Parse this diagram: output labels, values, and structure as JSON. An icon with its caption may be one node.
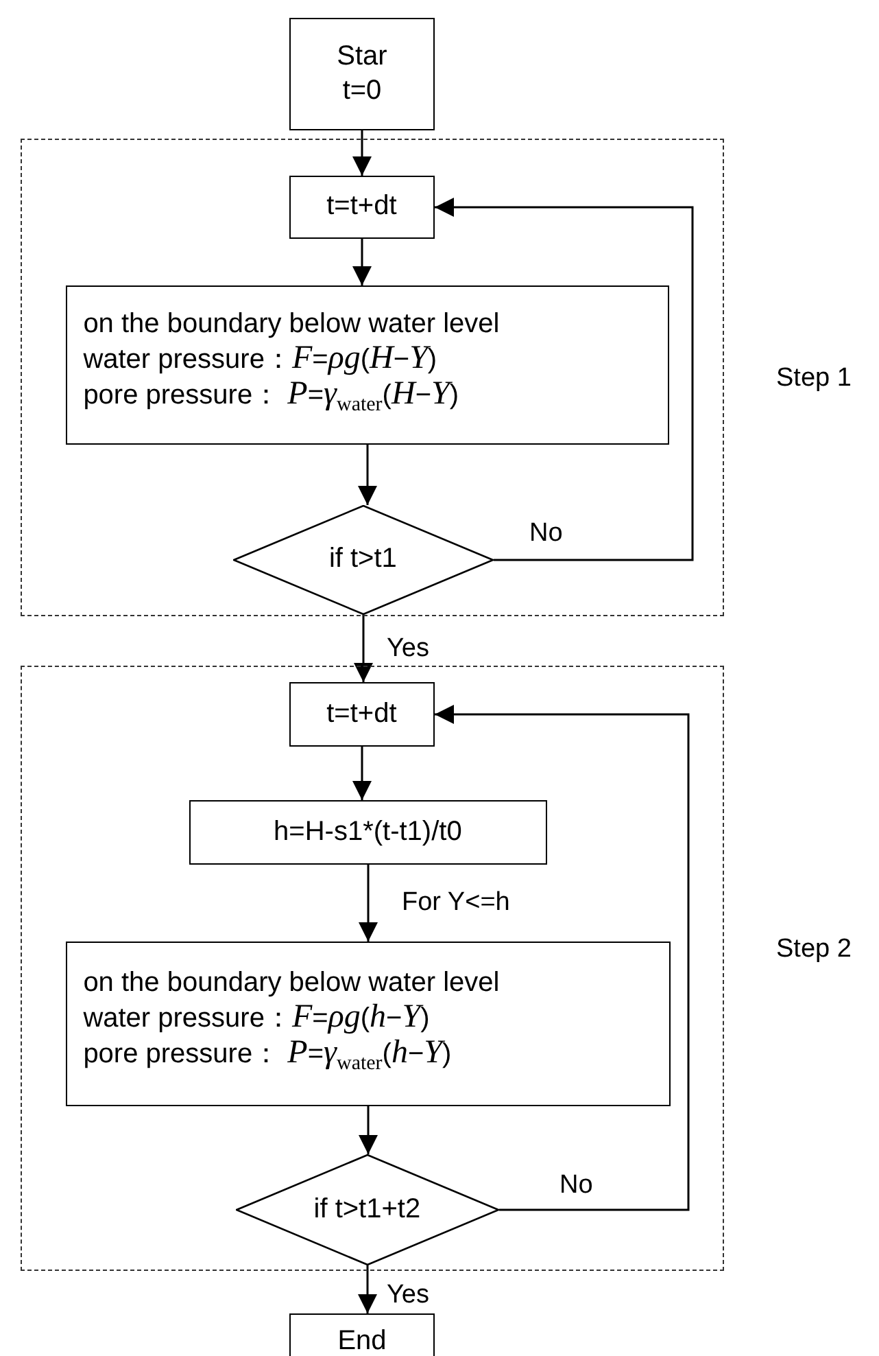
{
  "diagram": {
    "nodes": [
      {
        "text": [
          "Star",
          "t=0"
        ]
      },
      {
        "text": [
          "Step 1"
        ]
      },
      {
        "text": [
          "t=t+dt"
        ],
        "in": 1
      },
      {
        "text": [
          "on the boundary below water level",
          "water pressure：*F*=*ρg*(*H*−*Y*)",
          "pore pressure：  *P*=*γ*$_{water}$(*H*−*Y*)"
        ],
        "in": 1
      },
      {
        "text": [
          "if t>t1"
        ],
        "in": 1
      },
      {
        "text": [
          "Step 2"
        ]
      },
      {
        "text": [
          "t=t+dt"
        ],
        "in": 5
      },
      {
        "text": [
          "h=H-s1*(t-t1)/t0"
        ],
        "in": 5
      },
      {
        "text": [
          "on the boundary below water level",
          "water pressure：*F*=*ρg*(*h*−*Y*)",
          "pore pressure：  *P*=*γ*$_{water}$(*h*−*Y*)"
        ],
        "in": 5
      },
      {
        "text": [
          "if t>t1+t2"
        ],
        "in": 5
      },
      {
        "text": [
          "End"
        ]
      }
    ],
    "edges": [
      {
        "from": 0,
        "to": 2,
        "arrow": "to"
      },
      {
        "from": 2,
        "to": 3,
        "arrow": "to"
      },
      {
        "from": 3,
        "to": 4,
        "arrow": "to"
      },
      {
        "from": 4,
        "to": 2,
        "arrow": "to",
        "label": "No"
      },
      {
        "from": 4,
        "to": 6,
        "arrow": "to",
        "label": "Yes"
      },
      {
        "from": 6,
        "to": 7,
        "arrow": "to"
      },
      {
        "from": 7,
        "to": 8,
        "arrow": "to",
        "label": "For Y<=h"
      },
      {
        "from": 8,
        "to": 9,
        "arrow": "to"
      },
      {
        "from": 9,
        "to": 6,
        "arrow": "to",
        "label": "No"
      },
      {
        "from": 9,
        "to": 10,
        "arrow": "to",
        "label": "Yes"
      }
    ]
  }
}
